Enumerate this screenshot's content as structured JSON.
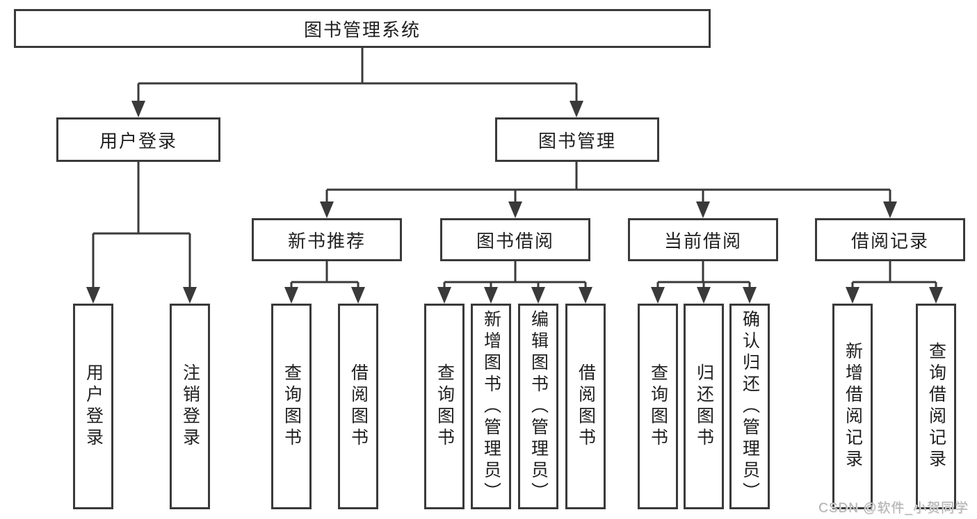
{
  "diagram": {
    "root": {
      "label": "图书管理系统"
    },
    "branches": [
      {
        "label": "用户登录"
      },
      {
        "label": "图书管理"
      }
    ],
    "modules": [
      {
        "label": "新书推荐"
      },
      {
        "label": "图书借阅"
      },
      {
        "label": "当前借阅"
      },
      {
        "label": "借阅记录"
      }
    ],
    "leaves": [
      {
        "label": "用户登录"
      },
      {
        "label": "注销登录"
      },
      {
        "label": "查询图书"
      },
      {
        "label": "借阅图书"
      },
      {
        "label": "查询图书"
      },
      {
        "label": "新增图书（管理员）"
      },
      {
        "label": "编辑图书（管理员）"
      },
      {
        "label": "借阅图书"
      },
      {
        "label": "查询图书"
      },
      {
        "label": "归还图书"
      },
      {
        "label": "确认归还（管理员）"
      },
      {
        "label": "新增借阅记录"
      },
      {
        "label": "查询借阅记录"
      }
    ]
  },
  "watermark": {
    "text": "CSDN @软件_小贺同学"
  },
  "colors": {
    "line": "#3a3a3a",
    "text": "#1f1f1f",
    "watermark": "#b3b3b3",
    "background": "#ffffff"
  }
}
